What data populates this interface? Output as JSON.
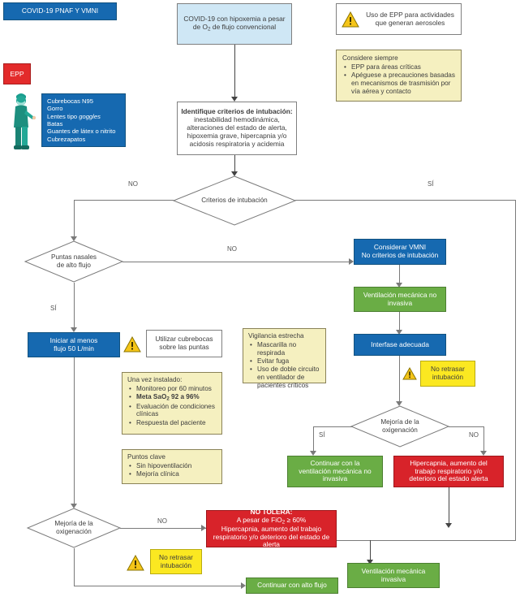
{
  "title_banner": "COVID-19 PNAF Y VMNI",
  "epp_tag": "EPP",
  "epp_list": [
    "Cubrebocas N95",
    "Gorro",
    "Lentes tipo goggles",
    "Batas",
    "Guantes de látex o nitrito",
    "Cubrezapatos"
  ],
  "start_box": "COVID-19 con hipoxemia a pesar de O₂ de flujo convencional",
  "aerosol_note": "Uso de EPP para actividades que generan aerosoles",
  "consider_note": {
    "title": "Considere siempre",
    "items": [
      "EPP para áreas críticas",
      "Apéguese a precauciones basadas en mecanismos de trasmisión por vía aérea y contacto"
    ]
  },
  "criteria_box": {
    "lead": "Identifique criterios de intubación:",
    "rest": " inestabilidad hemodinámica, alteraciones del estado de alerta, hipoxemia grave, hipercapnia y/o acidosis respiratoria y acidemia"
  },
  "decision_criteria": "Criterios de intubación",
  "decision_puntas": "Puntas nasales de alto flujo",
  "decision_mejoria_left": "Mejoría de la oxigenación",
  "decision_mejoria_right": "Mejoría de la oxigenación",
  "considerar_vmni": "Considerar VMNI No criterios de intubación",
  "vmni_box": "Ventilación mecánica no invasiva",
  "interfase_box": "Interfase adecuada",
  "iniciar_box": "Iniciar al menos flujo 50 L/min",
  "cubrebocas_note": "Utilizar cubrebocas sobre las puntas",
  "vigilancia_note": {
    "title": "Vigilancia estrecha",
    "items": [
      "Mascarilla no respirada",
      "Evitar fuga",
      "Uso de doble circuito en ventilador de pacientes críticos"
    ]
  },
  "instalado_note": {
    "title": "Una vez instalado:",
    "items": [
      "Monitoreo por 60 minutos",
      "Meta SaO₂ 92 a 96%",
      "Evaluación de condiciones clínicas",
      "Respuesta del paciente"
    ]
  },
  "puntos_clave_note": {
    "title": "Puntos clave",
    "items": [
      "Sin hipoventilación",
      "Mejoría clínica"
    ]
  },
  "no_retrasar_right": "No retrasar intubación",
  "no_retrasar_bottom": "No retrasar intubación",
  "continuar_vmni": "Continuar con la ventilación mecánica no invasiva",
  "hipercapnia_box": "Hipercapnia, aumento del trabajo respiratorio y/o deterioro del estado alerta",
  "no_tolera_box": {
    "line1": "NO TOLERA:",
    "line2": "A pesar de FiO₂ ≥ 60%",
    "line3": "Hipercapnia, aumento del trabajo respiratorio y/o deterioro del estado de alerta"
  },
  "continuar_alto_flujo": "Continuar con alto flujo",
  "vmi_box": "Ventilación mecánica invasiva",
  "edge_labels": {
    "no_top": "NO",
    "si_top": "SÍ",
    "no_puntas": "NO",
    "si_puntas": "SÍ",
    "si_mejoria_right": "SÍ",
    "no_mejoria_right": "NO",
    "no_mejoria_left": "NO"
  },
  "colors": {
    "blue": "#1669b0",
    "green": "#6aad45",
    "red": "#d8232a",
    "lightblue": "#cfe7f5",
    "cream": "#f5f0c0",
    "yellow": "#fbe821",
    "warning": "#f5c518"
  },
  "icons": {
    "warning": "warning-triangle-icon",
    "person": "healthcare-worker-icon"
  }
}
